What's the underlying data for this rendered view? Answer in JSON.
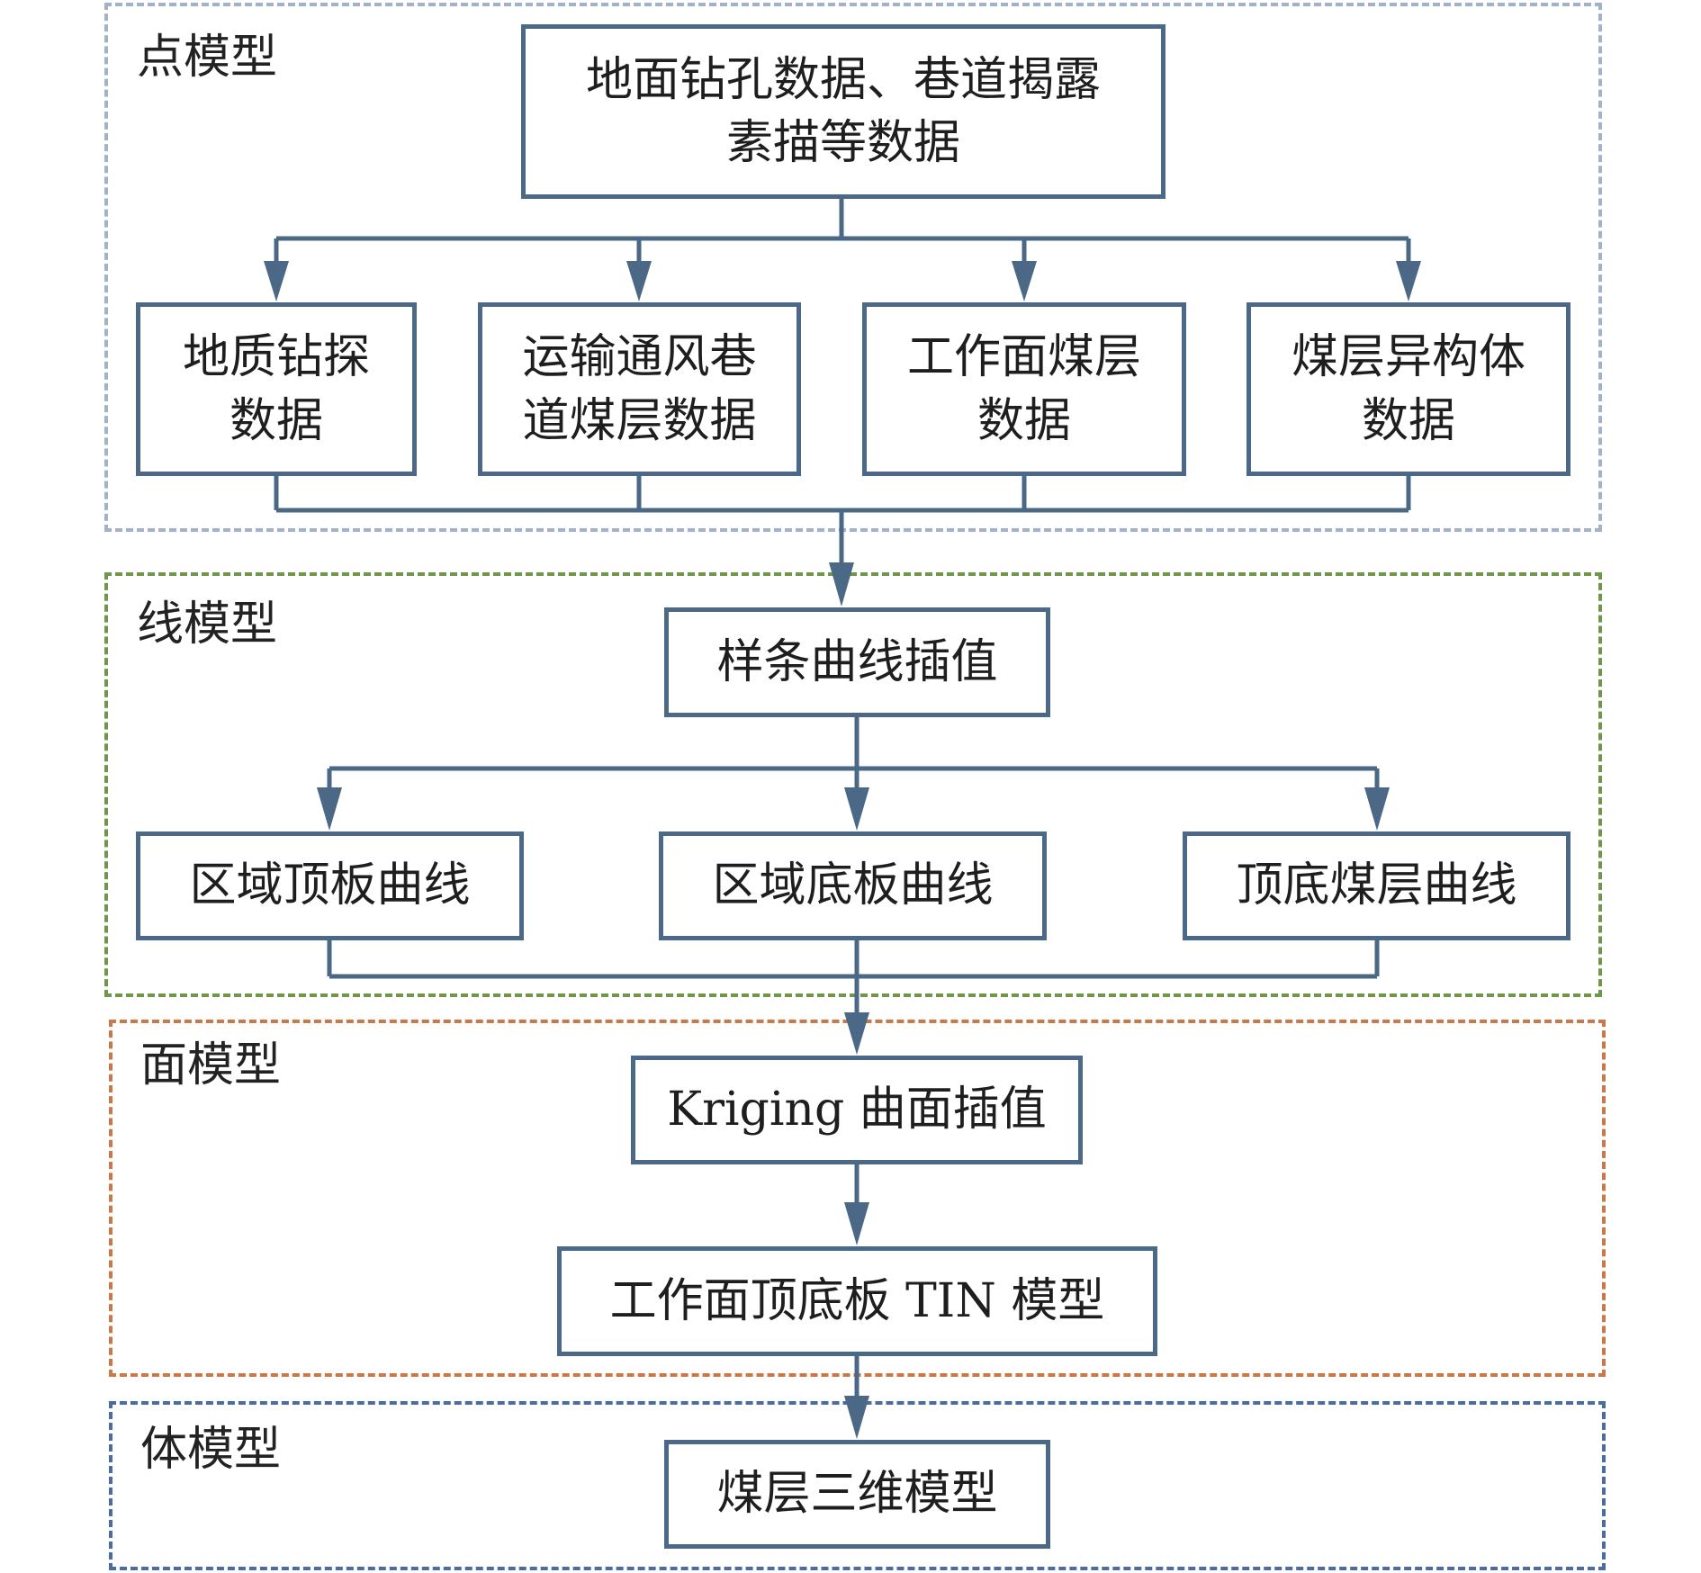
{
  "sections": {
    "point": {
      "label": "点模型",
      "border_color": "#a2b2c8"
    },
    "line": {
      "label": "线模型",
      "border_color": "#6f964a"
    },
    "surface": {
      "label": "面模型",
      "border_color": "#c9784a"
    },
    "body": {
      "label": "体模型",
      "border_color": "#4a6ba3"
    }
  },
  "nodes": {
    "source": {
      "line1": "地面钻孔数据、巷道揭露",
      "line2": "素描等数据"
    },
    "geo_drill": {
      "line1": "地质钻探",
      "line2": "数据"
    },
    "roadway": {
      "line1": "运输通风巷",
      "line2": "道煤层数据"
    },
    "workface": {
      "line1": "工作面煤层",
      "line2": "数据"
    },
    "anomaly": {
      "line1": "煤层异构体",
      "line2": "数据"
    },
    "spline": {
      "label": "样条曲线插值"
    },
    "roof_curve": {
      "label": "区域顶板曲线"
    },
    "floor_curve": {
      "label": "区域底板曲线"
    },
    "seam_curve": {
      "label": "顶底煤层曲线"
    },
    "kriging": {
      "label": "Kriging 曲面插值"
    },
    "tin": {
      "label": "工作面顶底板 TIN 模型"
    },
    "model3d": {
      "label": "煤层三维模型"
    }
  },
  "colors": {
    "box_stroke": "#4b6886",
    "connector": "#4b6886"
  }
}
